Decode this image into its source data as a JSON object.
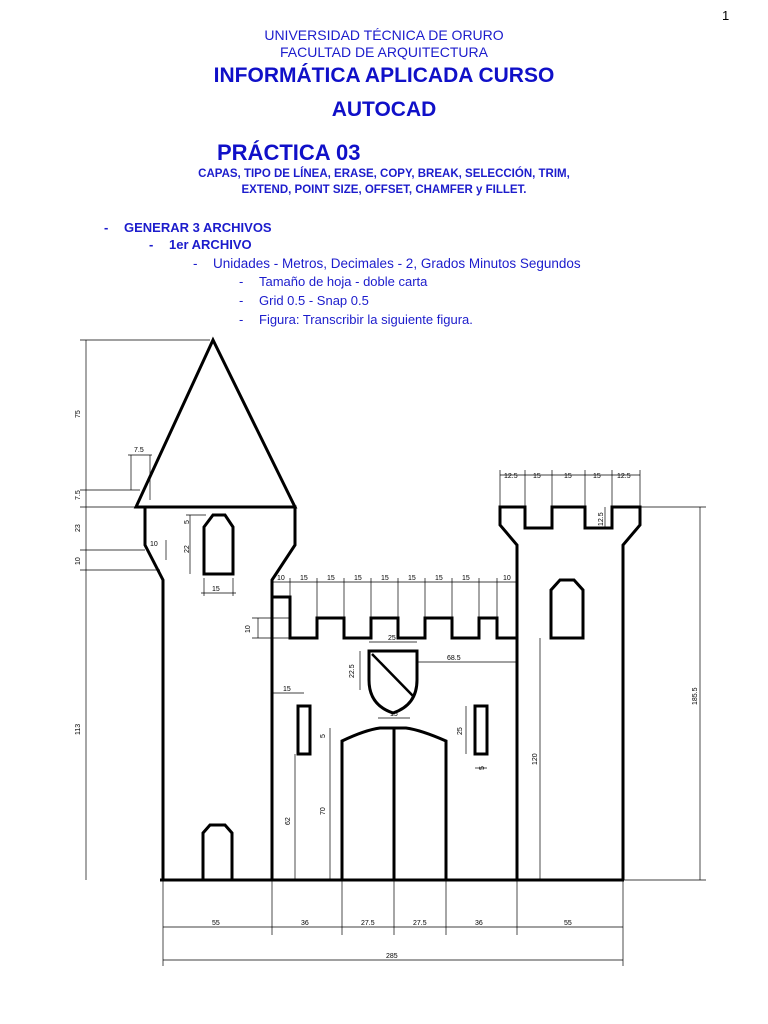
{
  "page_number": "1",
  "header": {
    "university": "UNIVERSIDAD TÉCNICA DE ORURO",
    "faculty": "FACULTAD DE ARQUITECTURA",
    "title_line1": "INFORMÁTICA APLICADA CURSO",
    "title_line2": "AUTOCAD"
  },
  "practice": {
    "title": "PRÁCTICA 03",
    "topics_line1": "CAPAS, TIPO DE LÍNEA, ERASE, COPY, BREAK, SELECCIÓN, TRIM,",
    "topics_line2": "EXTEND, POINT SIZE, OFFSET, CHAMFER y FILLET."
  },
  "instructions": {
    "dash": "-",
    "item1": "GENERAR 3 ARCHIVOS",
    "item2": "1er ARCHIVO",
    "item3": "Unidades - Metros, Decimales - 2, Grados Minutos Segundos",
    "item4": "Tamaño de hoja - doble carta",
    "item5": "Grid  0.5  -  Snap  0.5",
    "item6": "Figura: Transcribir la siguiente figura."
  },
  "dimensions": {
    "roof_height": "75",
    "top_block": "7.5",
    "roof_top_dim": "7.5",
    "tower_upper": "23",
    "step": "10",
    "step2": "10",
    "left_height": "113",
    "window_top": "5",
    "window_height": "22",
    "window_width": "15",
    "merlon_left_end": "10",
    "merlon_15": "15",
    "merlon_right_end": "10",
    "merlon_height": "10",
    "shield_width": "25",
    "shield_height": "22.5",
    "shield_offset": "68.5",
    "slot_offset": "15",
    "slot_height": "25",
    "slot_width": "5",
    "door_top_width": "15",
    "door_arch": "5",
    "door_height": "70",
    "window_sill": "62",
    "right_inner": "120",
    "right_total": "185.5",
    "rt_merlon_a": "12.5",
    "rt_merlon_b": "15",
    "rt_merlon_c": "15",
    "rt_merlon_d": "15",
    "rt_merlon_e": "12.5",
    "rt_merlon_h": "12.5",
    "base_1": "55",
    "base_2": "36",
    "base_3": "27.5",
    "base_4": "27.5",
    "base_5": "36",
    "base_6": "55",
    "base_total": "285"
  }
}
